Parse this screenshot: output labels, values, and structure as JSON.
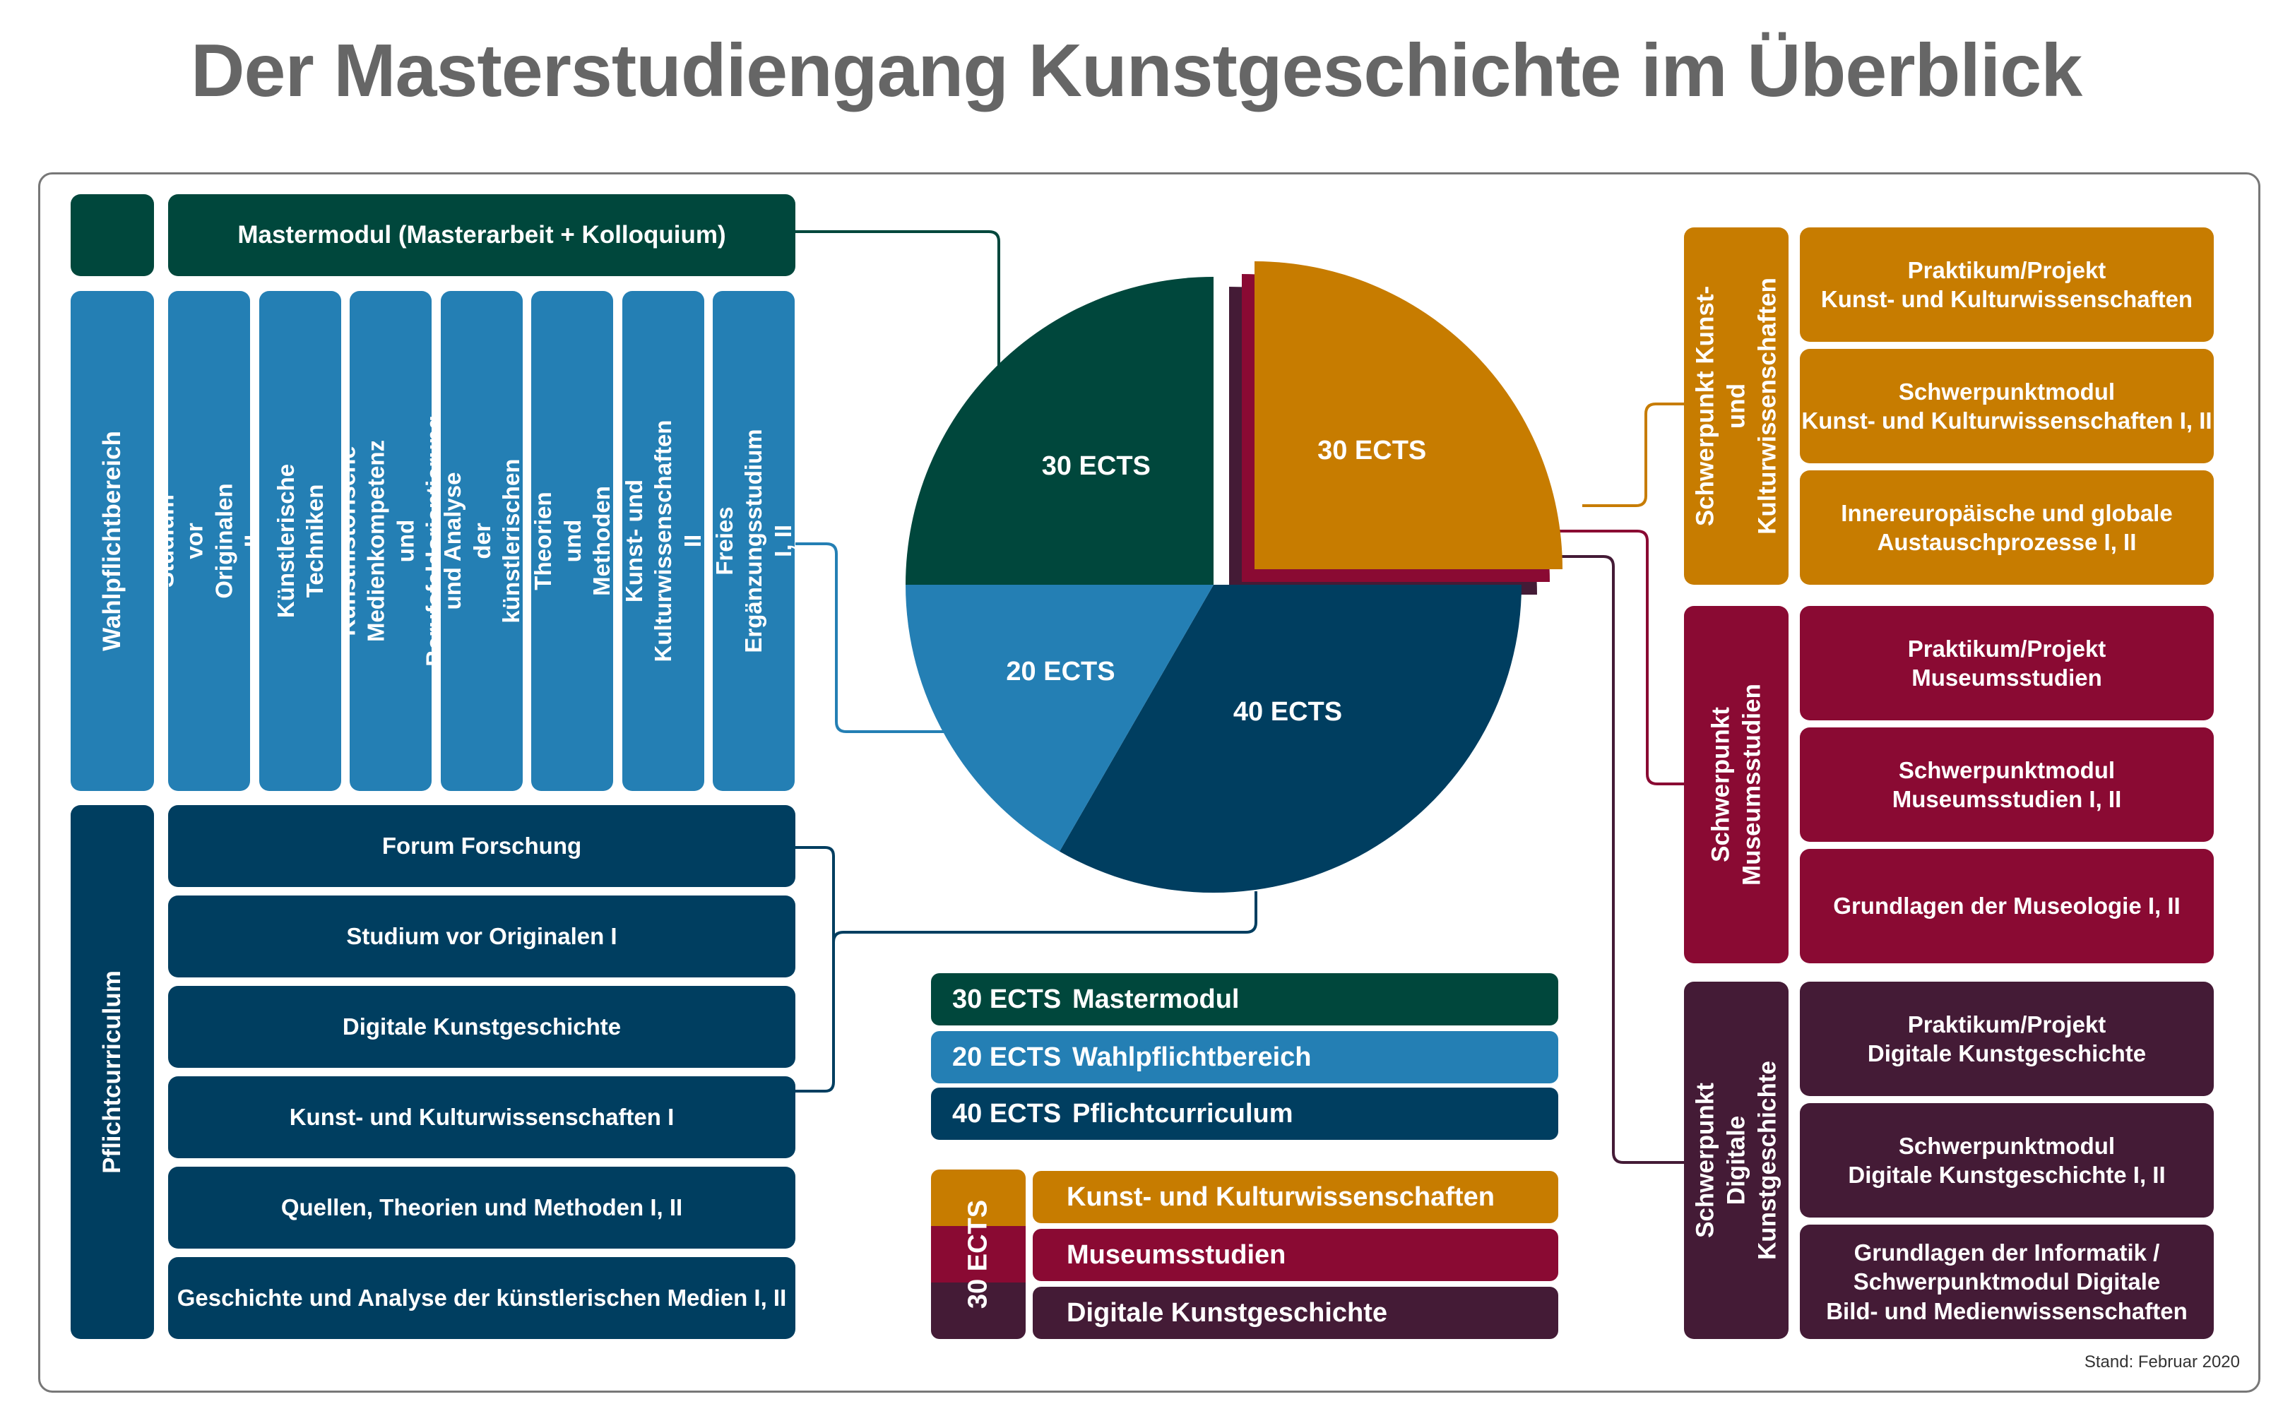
{
  "title": "Der Masterstudiengang Kunstgeschichte im Überblick",
  "stand": "Stand: Februar 2020",
  "colors": {
    "mastermodul": "#00473c",
    "wahlpflicht": "#247fb4",
    "pflicht": "#003e60",
    "kunst_kultur": "#c77c00",
    "museum": "#8a0a33",
    "digital": "#441b36"
  },
  "mastermodul": {
    "label": "Mastermodul (Masterarbeit + Kolloquium)"
  },
  "wahlpflicht": {
    "heading": "Wahlpflichtbereich",
    "items": [
      "Studium vor Originalen II",
      "Künstlerische Techniken",
      "Kunsthistorische Medienkompetenz\nund Berufsfeldorientierung",
      "Geschichte und Analyse\nder künstlerischen Medien III, IV",
      "Quellen, Theorien und Methoden III, IV",
      "Kunst- und Kulturwissenschaften II",
      "Freies Ergänzungsstudium I, II"
    ]
  },
  "pflicht": {
    "heading": "Pflichtcurriculum",
    "items": [
      "Forum Forschung",
      "Studium vor Originalen I",
      "Digitale Kunstgeschichte",
      "Kunst- und Kulturwissenschaften I",
      "Quellen, Theorien und Methoden I, II",
      "Geschichte und Analyse der künstlerischen Medien I, II"
    ]
  },
  "pie": {
    "slices": [
      {
        "label": "30 ECTS",
        "value": 30,
        "key": "mastermodul"
      },
      {
        "label": "20 ECTS",
        "value": 20,
        "key": "wahlpflicht"
      },
      {
        "label": "40 ECTS",
        "value": 40,
        "key": "pflicht"
      },
      {
        "label": "30 ECTS",
        "value": 30,
        "key": "schwerpunkt"
      }
    ]
  },
  "legend": {
    "main": [
      {
        "ects": "30 ECTS",
        "label": "Mastermodul",
        "key": "mastermodul"
      },
      {
        "ects": "20 ECTS",
        "label": "Wahlpflichtbereich",
        "key": "wahlpflicht"
      },
      {
        "ects": "40 ECTS",
        "label": "Pflichtcurriculum",
        "key": "pflicht"
      }
    ],
    "schwerpunkt_ects": "30 ECTS",
    "schwerpunkte": [
      {
        "label": "Kunst- und Kulturwissenschaften",
        "key": "kunst_kultur"
      },
      {
        "label": "Museumsstudien",
        "key": "museum"
      },
      {
        "label": "Digitale Kunstgeschichte",
        "key": "digital"
      }
    ]
  },
  "schwerpunkte": [
    {
      "heading": "Schwerpunkt Kunst- und\nKulturwissenschaften",
      "items": [
        "Praktikum/Projekt\nKunst- und Kulturwissenschaften",
        "Schwerpunktmodul\nKunst- und Kulturwissenschaften I, II",
        "Innereuropäische und globale\nAustauschprozesse I, II"
      ]
    },
    {
      "heading": "Schwerpunkt\nMuseumsstudien",
      "items": [
        "Praktikum/Projekt\nMuseumsstudien",
        "Schwerpunktmodul\nMuseumsstudien I, II",
        "Grundlagen der Museologie I, II"
      ]
    },
    {
      "heading": "Schwerpunkt\nDigitale Kunstgeschichte",
      "items": [
        "Praktikum/Projekt\nDigitale Kunstgeschichte",
        "Schwerpunktmodul\nDigitale Kunstgeschichte I, II",
        "Grundlagen der Informatik /\nSchwerpunktmodul Digitale\nBild- und Medienwissenschaften"
      ]
    }
  ]
}
